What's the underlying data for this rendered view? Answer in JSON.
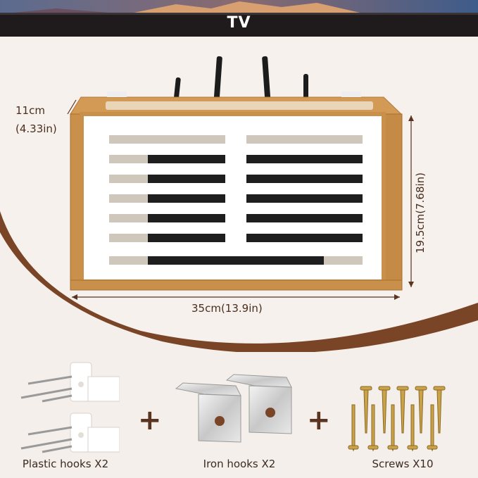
{
  "banner": {
    "label": "TV"
  },
  "dimensions": {
    "depth_line1": "11cm",
    "depth_line2": "(4.33in)",
    "width": "35cm(13.9in)",
    "height": "19.5cm(7.68in)"
  },
  "accessories": [
    {
      "label": "Plastic hooks X2",
      "icon": "plastic-hook-icon"
    },
    {
      "label": "Iron hooks X2",
      "icon": "iron-hook-icon"
    },
    {
      "label": "Screws X10",
      "icon": "screw-icon"
    }
  ],
  "separators": {
    "plus": "+"
  },
  "colors": {
    "wood": "#c8904a",
    "panel": "#ffffff",
    "accent_brown": "#6b3a20",
    "background": "#f4efea"
  }
}
